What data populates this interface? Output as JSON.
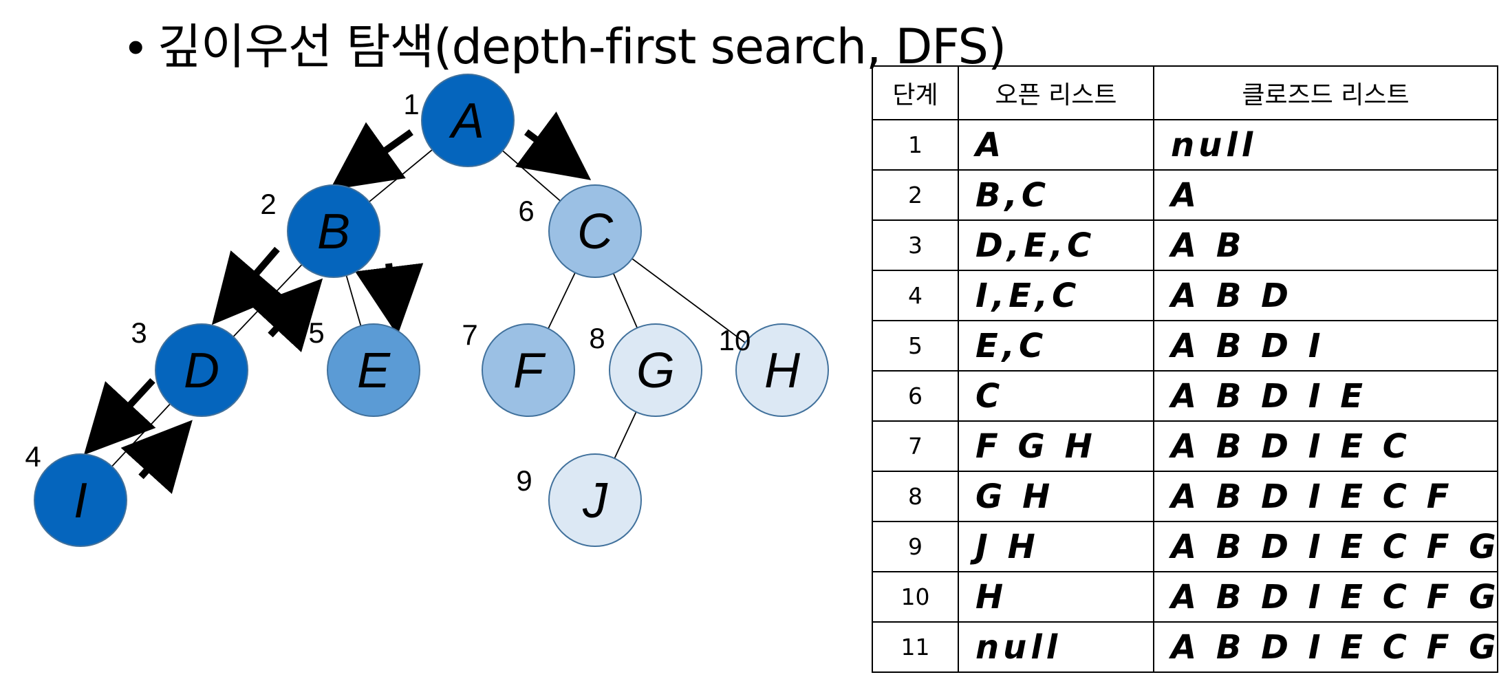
{
  "slide": {
    "bullet": "•",
    "title": "깊이우선 탐색(depth-first search, DFS)"
  },
  "tree": {
    "nodes": [
      {
        "id": "A",
        "label": "A",
        "order": "1",
        "color": "#0565BD"
      },
      {
        "id": "B",
        "label": "B",
        "order": "2",
        "color": "#0565BD"
      },
      {
        "id": "C",
        "label": "C",
        "order": "6",
        "color": "#9BC0E4"
      },
      {
        "id": "D",
        "label": "D",
        "order": "3",
        "color": "#0565BD"
      },
      {
        "id": "E",
        "label": "E",
        "order": "5",
        "color": "#5B9BD5"
      },
      {
        "id": "F",
        "label": "F",
        "order": "7",
        "color": "#9BC0E4"
      },
      {
        "id": "G",
        "label": "G",
        "order": "8",
        "color": "#DCE8F4"
      },
      {
        "id": "H",
        "label": "H",
        "order": "10",
        "color": "#DCE8F4"
      },
      {
        "id": "I",
        "label": "I",
        "order": "4",
        "color": "#0565BD"
      },
      {
        "id": "J",
        "label": "J",
        "order": "9",
        "color": "#DCE8F4"
      }
    ],
    "edges": [
      [
        "A",
        "B"
      ],
      [
        "A",
        "C"
      ],
      [
        "B",
        "D"
      ],
      [
        "B",
        "E"
      ],
      [
        "C",
        "F"
      ],
      [
        "C",
        "G"
      ],
      [
        "C",
        "H"
      ],
      [
        "D",
        "I"
      ],
      [
        "G",
        "J"
      ]
    ]
  },
  "table": {
    "headers": [
      "단계",
      "오픈 리스트",
      "클로즈드 리스트"
    ],
    "rows": [
      {
        "step": "1",
        "open": "A",
        "closed": "null"
      },
      {
        "step": "2",
        "open": "B,C",
        "closed": "A"
      },
      {
        "step": "3",
        "open": "D,E,C",
        "closed": "A B"
      },
      {
        "step": "4",
        "open": "I,E,C",
        "closed": "A B D"
      },
      {
        "step": "5",
        "open": "E,C",
        "closed": "A B D I"
      },
      {
        "step": "6",
        "open": "C",
        "closed": "A B D I E"
      },
      {
        "step": "7",
        "open": "F G H",
        "closed": "A B D I E C"
      },
      {
        "step": "8",
        "open": "G H",
        "closed": "A B D I E C F"
      },
      {
        "step": "9",
        "open": "J H",
        "closed": "A B D I E C F G"
      },
      {
        "step": "10",
        "open": "H",
        "closed": "A B D I E C F G J"
      },
      {
        "step": "11",
        "open": "null",
        "closed": "A B D I E C F G J H"
      }
    ]
  }
}
